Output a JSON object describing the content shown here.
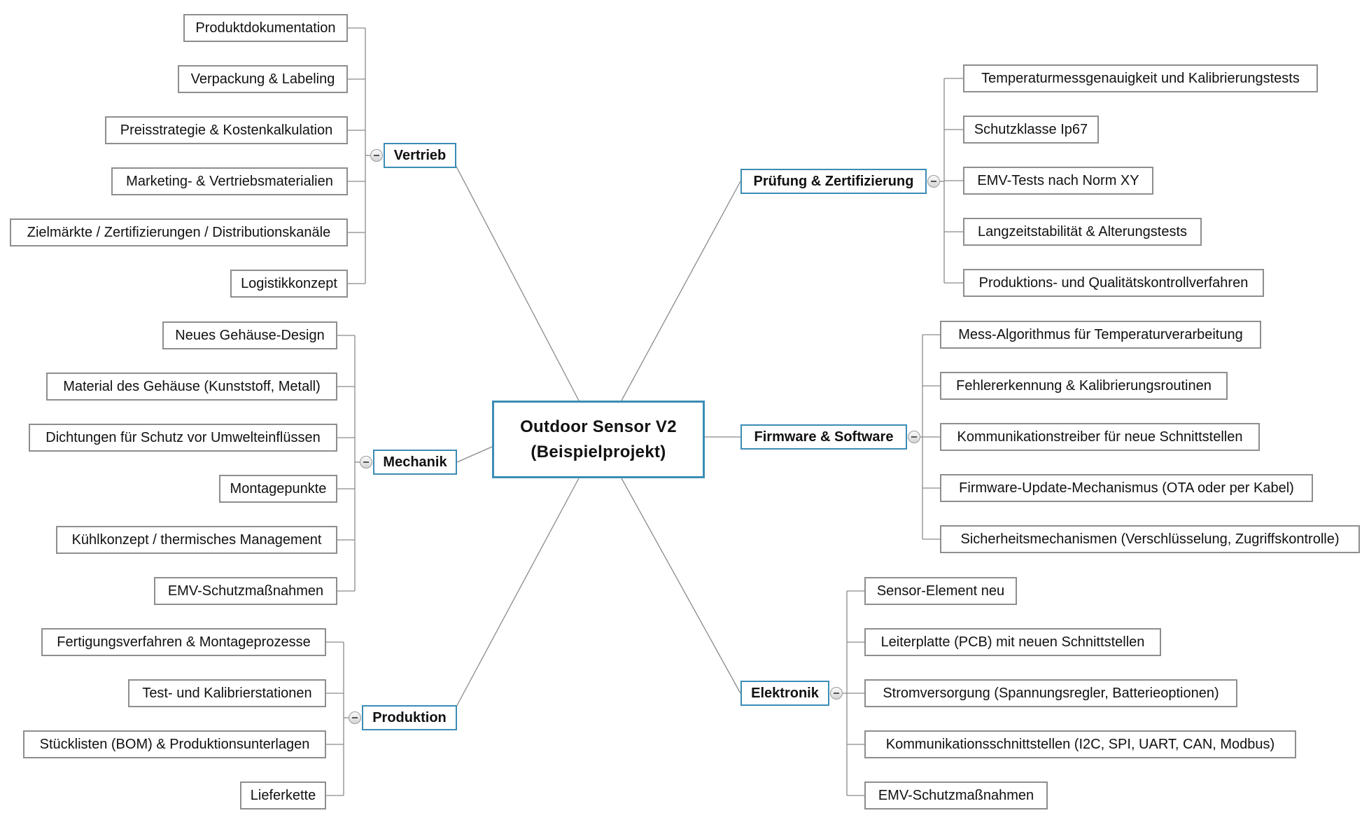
{
  "root": {
    "line1": "Outdoor Sensor V2",
    "line2": "(Beispielprojekt)"
  },
  "branches": [
    {
      "id": "vertrieb",
      "label": "Vertrieb",
      "children": [
        "Produktdokumentation",
        "Verpackung & Labeling",
        "Preisstrategie & Kostenkalkulation",
        "Marketing- & Vertriebsmaterialien",
        "Zielmärkte / Zertifizierungen / Distributionskanäle",
        "Logistikkonzept"
      ]
    },
    {
      "id": "mechanik",
      "label": "Mechanik",
      "children": [
        "Neues Gehäuse-Design",
        "Material des Gehäuse (Kunststoff, Metall)",
        "Dichtungen für Schutz vor Umwelteinflüssen",
        "Montagepunkte",
        "Kühlkonzept / thermisches Management",
        "EMV-Schutzmaßnahmen"
      ]
    },
    {
      "id": "produktion",
      "label": "Produktion",
      "children": [
        "Fertigungsverfahren & Montageprozesse",
        "Test- und Kalibrierstationen",
        "Stücklisten (BOM) & Produktionsunterlagen",
        "Lieferkette"
      ]
    },
    {
      "id": "pruefung",
      "label": "Prüfung & Zertifizierung",
      "children": [
        "Temperaturmessgenauigkeit und Kalibrierungstests",
        "Schutzklasse Ip67",
        "EMV-Tests nach Norm XY",
        "Langzeitstabilität & Alterungstests",
        "Produktions- und Qualitätskontrollverfahren"
      ]
    },
    {
      "id": "firmware",
      "label": "Firmware & Software",
      "children": [
        "Mess-Algorithmus für Temperaturverarbeitung",
        "Fehlererkennung & Kalibrierungsroutinen",
        "Kommunikationstreiber für neue Schnittstellen",
        "Firmware-Update-Mechanismus (OTA oder per Kabel)",
        "Sicherheitsmechanismen (Verschlüsselung, Zugriffskontrolle)"
      ]
    },
    {
      "id": "elektronik",
      "label": "Elektronik",
      "children": [
        "Sensor-Element neu",
        "Leiterplatte (PCB) mit neuen Schnittstellen",
        "Stromversorgung (Spannungsregler, Batterieoptionen)",
        "Kommunikationsschnittstellen (I2C, SPI, UART, CAN, Modbus)",
        "EMV-Schutzmaßnahmen"
      ]
    }
  ],
  "colors": {
    "branch_border": "#3b8db6",
    "leaf_border": "#8e8e8e",
    "line": "#8a8a8a"
  }
}
